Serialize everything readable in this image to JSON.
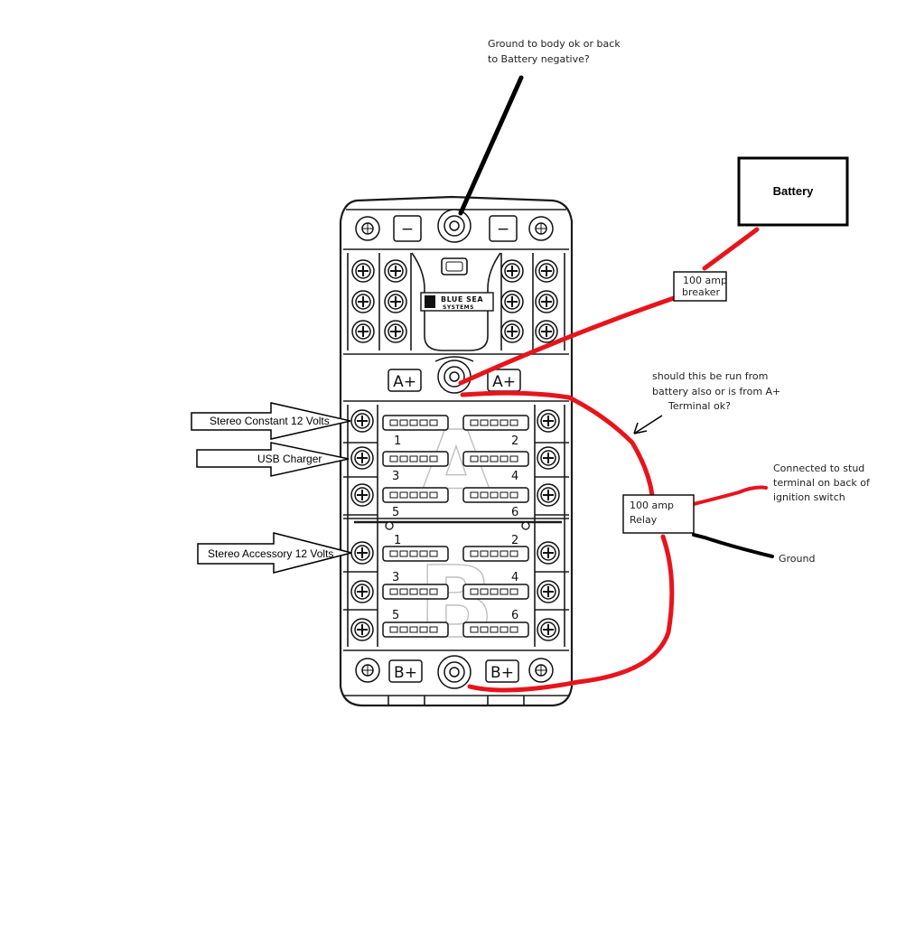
{
  "notes": {
    "ground_question": [
      "Ground to body ok or back",
      "to Battery negative?"
    ],
    "battery": "Battery",
    "breaker": [
      "100 amp",
      "breaker"
    ],
    "run_question": [
      "should this be run from",
      "battery also or is from A+",
      "Terminal ok?"
    ],
    "relay": [
      "100 amp",
      "Relay"
    ],
    "stud": [
      "Connected to stud",
      "terminal on back of",
      "ignition switch"
    ],
    "ground": "Ground"
  },
  "circuits": {
    "stereo_constant": "Stereo Constant 12 Volts",
    "usb": "USB Charger",
    "stereo_accessory": "Stereo Accessory 12 Volts"
  },
  "panel": {
    "bus_a_left": "A+",
    "bus_a_right": "A+",
    "bus_b_left": "B+",
    "bus_b_right": "B+",
    "neg_left": "−",
    "neg_right": "−",
    "logo_line1": "BLUE SEA",
    "logo_line2": "SYSTEMS",
    "slot_a": [
      "1",
      "2",
      "3",
      "4",
      "5",
      "6"
    ],
    "slot_b": [
      "1",
      "2",
      "3",
      "4",
      "5",
      "6"
    ],
    "letter_a": "A",
    "letter_b": "B"
  },
  "colors": {
    "wire_positive": "#e8141c",
    "wire_ground": "#000000",
    "outline": "#1a1a1a"
  }
}
